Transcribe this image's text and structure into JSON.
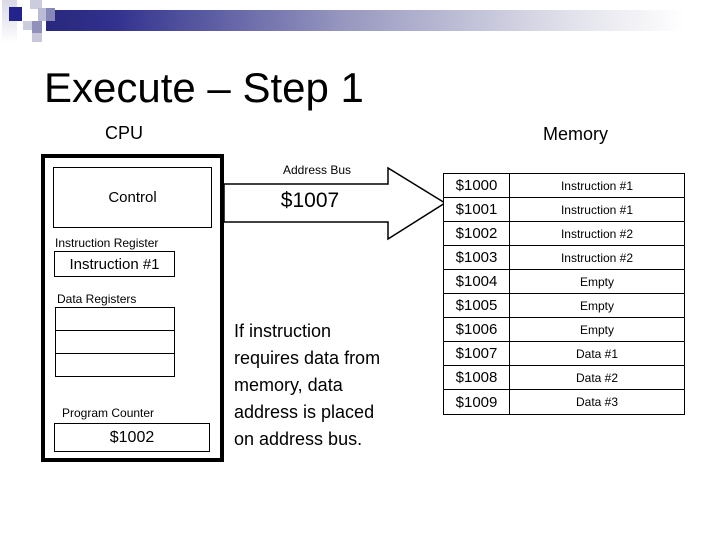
{
  "slide": {
    "title": "Execute – Step 1",
    "cpu_label": "CPU",
    "memory_label": "Memory"
  },
  "cpu": {
    "control_label": "Control",
    "instruction_register_label": "Instruction Register",
    "instruction_register_value": "Instruction #1",
    "data_registers_label": "Data Registers",
    "data_register_count": 3,
    "program_counter_label": "Program Counter",
    "program_counter_value": "$1002"
  },
  "address_bus": {
    "label": "Address Bus",
    "value": "$1007"
  },
  "caption": {
    "text": "If instruction requires data from memory, data address is placed on address bus.",
    "lines": [
      "If instruction",
      "requires data from",
      "memory, data",
      "address is placed",
      "on address bus."
    ]
  },
  "memory": {
    "rows": [
      {
        "address": "$1000",
        "content": "Instruction #1"
      },
      {
        "address": "$1001",
        "content": "Instruction #1"
      },
      {
        "address": "$1002",
        "content": "Instruction #2"
      },
      {
        "address": "$1003",
        "content": "Instruction #2"
      },
      {
        "address": "$1004",
        "content": "Empty"
      },
      {
        "address": "$1005",
        "content": "Empty"
      },
      {
        "address": "$1006",
        "content": "Empty"
      },
      {
        "address": "$1007",
        "content": "Data #1"
      },
      {
        "address": "$1008",
        "content": "Data #2"
      },
      {
        "address": "$1009",
        "content": "Data #3"
      }
    ]
  },
  "colors": {
    "accent_navy": "#23238e",
    "deco_slate": "#8888b8",
    "deco_lavender": "#bbbbd6",
    "deco_light": "#ccccdf",
    "text": "#000000",
    "background": "#ffffff"
  }
}
